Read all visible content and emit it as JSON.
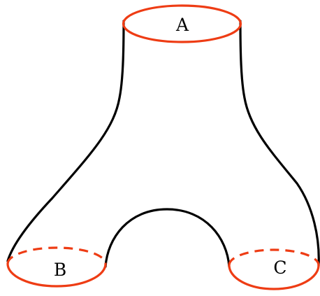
{
  "diagram": {
    "labels": {
      "top": "A",
      "bottom_left": "B",
      "bottom_right": "C"
    },
    "colors": {
      "outline": "#000000",
      "boundary_circles": "#ee3c14",
      "label_text": "#000000"
    },
    "icons": {
      "top_boundary": "full-ellipse",
      "bottom_boundaries": "ellipse-with-dashed-back-half"
    }
  }
}
